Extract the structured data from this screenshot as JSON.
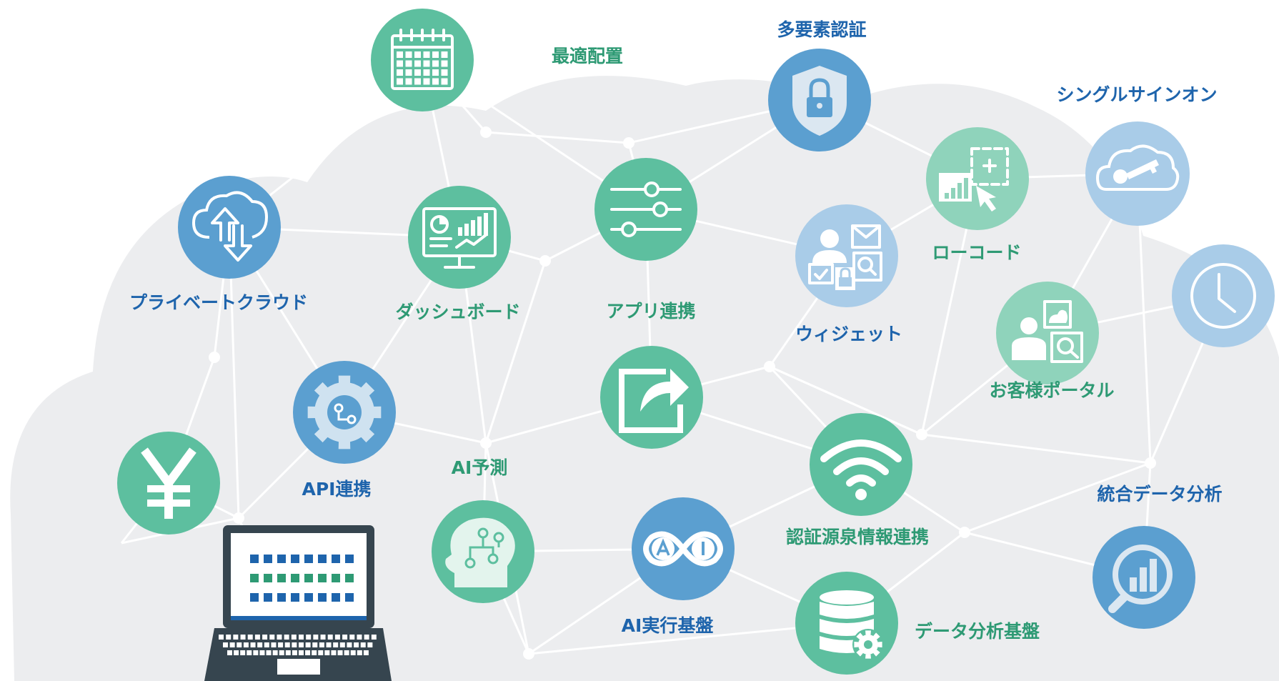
{
  "colors": {
    "cloud_bg": "#ecedef",
    "network_line": "#ffffff",
    "green_node": "#5dbf9f",
    "blue_node": "#5b9fd0",
    "light_green_node": "#8fd3bb",
    "light_blue_node": "#a9cce8",
    "green_label": "#2e9a74",
    "blue_label": "#1e64ac",
    "laptop_dark": "#36454f"
  },
  "diagram": {
    "nodes": [
      {
        "id": "optimal-placement",
        "label": "最適配置",
        "icon": "calendar-icon",
        "style": "green"
      },
      {
        "id": "mfa",
        "label": "多要素認証",
        "icon": "shield-lock-icon",
        "style": "blue"
      },
      {
        "id": "sso",
        "label": "シングルサインオン",
        "icon": "cloud-key-icon",
        "style": "light_blue"
      },
      {
        "id": "private-cloud",
        "label": "プライベートクラウド",
        "icon": "cloud-sync-icon",
        "style": "blue"
      },
      {
        "id": "dashboard",
        "label": "ダッシュボード",
        "icon": "dashboard-monitor-icon",
        "style": "green"
      },
      {
        "id": "app-integration",
        "label": "アプリ連携",
        "icon": "sliders-icon",
        "style": "green"
      },
      {
        "id": "widget",
        "label": "ウィジェット",
        "icon": "widget-icon",
        "style": "light_blue"
      },
      {
        "id": "low-code",
        "label": "ローコード",
        "icon": "low-code-icon",
        "style": "light_green"
      },
      {
        "id": "clock",
        "label": "",
        "icon": "clock-icon",
        "style": "light_blue"
      },
      {
        "id": "customer-portal",
        "label": "お客様ポータル",
        "icon": "portal-icon",
        "style": "light_green"
      },
      {
        "id": "api-integration",
        "label": "API連携",
        "icon": "gear-icon",
        "style": "blue"
      },
      {
        "id": "yen",
        "label": "",
        "icon": "yen-icon",
        "style": "green"
      },
      {
        "id": "share",
        "label": "",
        "icon": "share-icon",
        "style": "green"
      },
      {
        "id": "ai-prediction",
        "label": "AI予測",
        "icon": "brain-icon",
        "style": "green"
      },
      {
        "id": "ai-platform",
        "label": "AI実行基盤",
        "icon": "ai-infinity-icon",
        "style": "blue"
      },
      {
        "id": "auth-source",
        "label": "認証源泉情報連携",
        "icon": "wifi-icon",
        "style": "green"
      },
      {
        "id": "data-platform",
        "label": "データ分析基盤",
        "icon": "database-gear-icon",
        "style": "green"
      },
      {
        "id": "integrated-analytics",
        "label": "統合データ分析",
        "icon": "analytics-icon",
        "style": "blue"
      }
    ],
    "device": {
      "icon": "laptop-icon"
    }
  }
}
